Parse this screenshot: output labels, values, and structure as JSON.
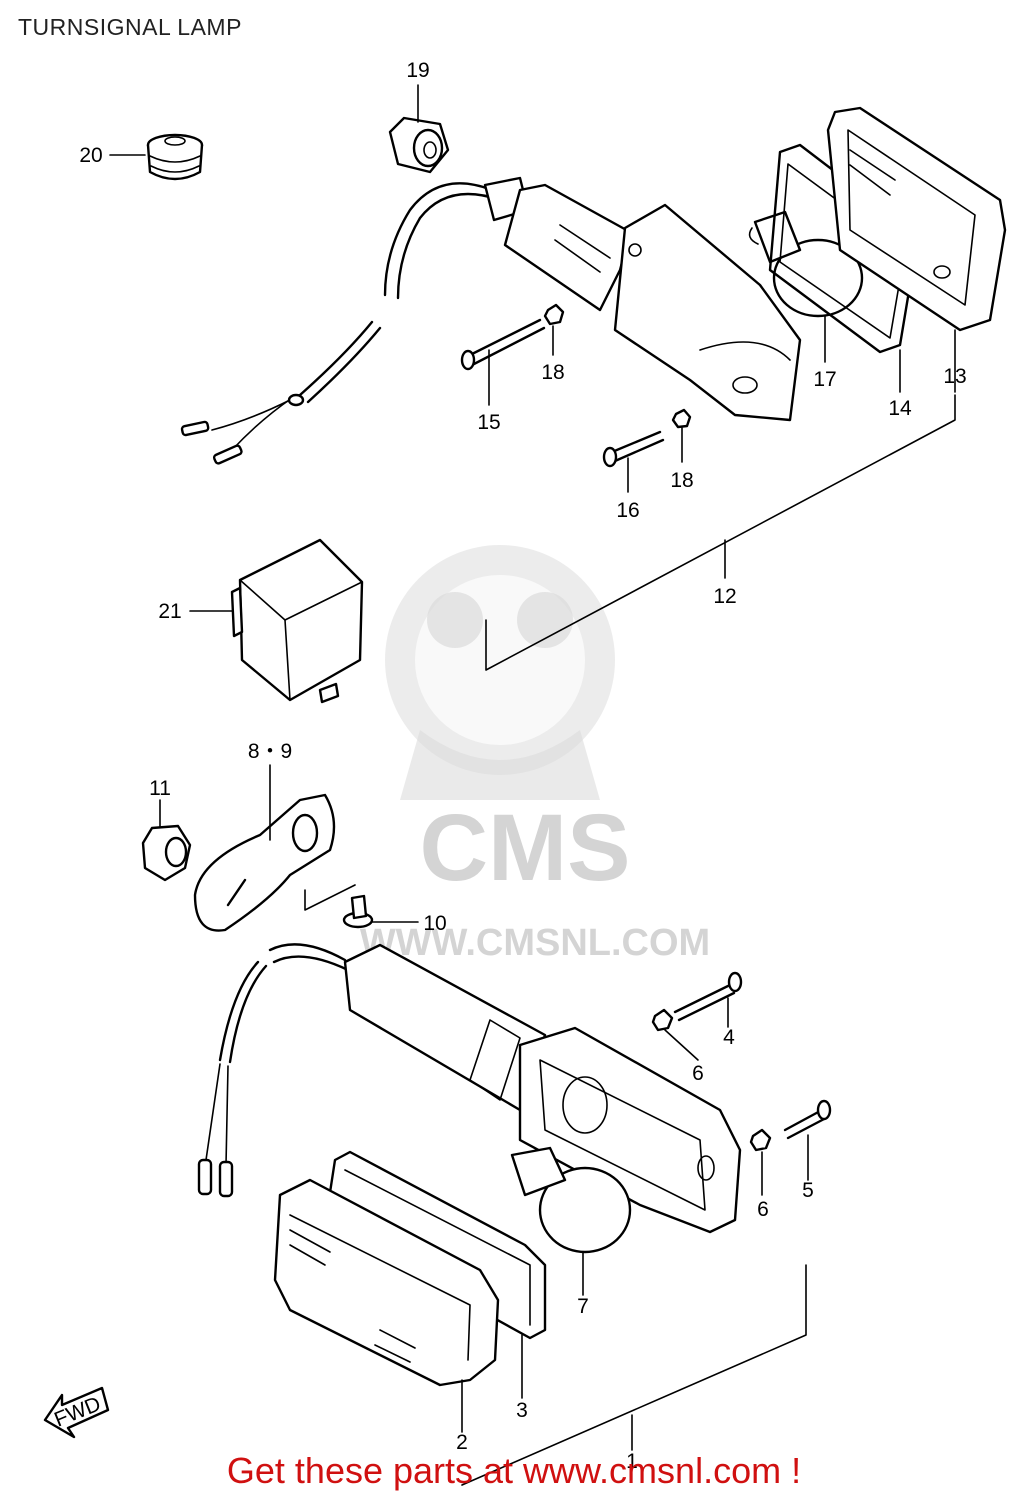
{
  "title": "TURNSIGNAL LAMP",
  "footer": "Get these parts at www.cmsnl.com !",
  "watermark": {
    "brand": "CMS",
    "url": "WWW.CMSNL.COM"
  },
  "fwd_badge": "FWD",
  "callouts": [
    {
      "id": "c1",
      "label": "1"
    },
    {
      "id": "c2",
      "label": "2"
    },
    {
      "id": "c3",
      "label": "3"
    },
    {
      "id": "c4",
      "label": "4"
    },
    {
      "id": "c5",
      "label": "5"
    },
    {
      "id": "c6a",
      "label": "6"
    },
    {
      "id": "c6b",
      "label": "6"
    },
    {
      "id": "c7",
      "label": "7"
    },
    {
      "id": "c89",
      "label": "8・9"
    },
    {
      "id": "c10",
      "label": "10"
    },
    {
      "id": "c11",
      "label": "11"
    },
    {
      "id": "c12",
      "label": "12"
    },
    {
      "id": "c13",
      "label": "13"
    },
    {
      "id": "c14",
      "label": "14"
    },
    {
      "id": "c15",
      "label": "15"
    },
    {
      "id": "c16",
      "label": "16"
    },
    {
      "id": "c17",
      "label": "17"
    },
    {
      "id": "c18a",
      "label": "18"
    },
    {
      "id": "c18b",
      "label": "18"
    },
    {
      "id": "c19",
      "label": "19"
    },
    {
      "id": "c20",
      "label": "20"
    },
    {
      "id": "c21",
      "label": "21"
    }
  ]
}
